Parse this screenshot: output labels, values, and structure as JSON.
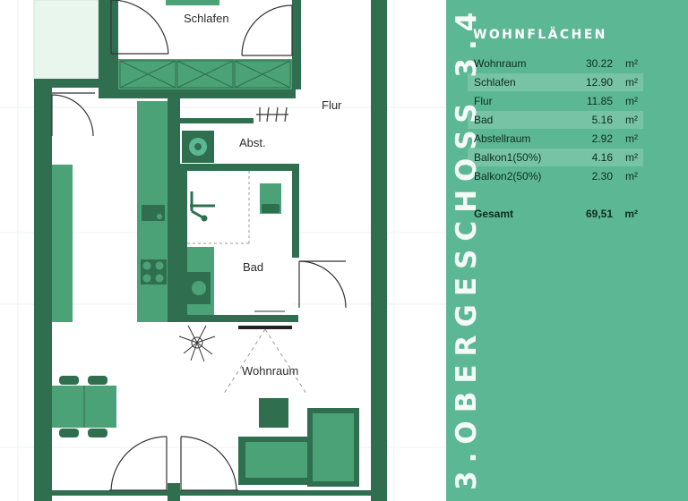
{
  "rooms": {
    "schlafen": "Schlafen",
    "flur": "Flur",
    "abst": "Abst.",
    "bad": "Bad",
    "wohnraum": "Wohnraum"
  },
  "panel": {
    "floor_label": "3.OBERGESCHOSS 3.4",
    "title": "WOHNFLÄCHEN",
    "areas": [
      {
        "name": "Wohnraum",
        "value": "30.22",
        "unit": "m²"
      },
      {
        "name": "Schlafen",
        "value": "12.90",
        "unit": "m²"
      },
      {
        "name": "Flur",
        "value": "11.85",
        "unit": "m²"
      },
      {
        "name": "Bad",
        "value": "5.16",
        "unit": "m²"
      },
      {
        "name": "Abstellraum",
        "value": "2.92",
        "unit": "m²"
      },
      {
        "name": "Balkon1(50%)",
        "value": "4.16",
        "unit": "m²"
      },
      {
        "name": "Balkon2(50%)",
        "value": "2.30",
        "unit": "m²"
      }
    ],
    "total": {
      "name": "Gesamt",
      "value": "69,51",
      "unit": "m²"
    }
  },
  "colors": {
    "wall": "#2f6f4f",
    "furniture": "#4ca277",
    "furniture_light": "#8fd3a9",
    "panel": "#5cb894",
    "balcony": "#e9f6ee"
  }
}
